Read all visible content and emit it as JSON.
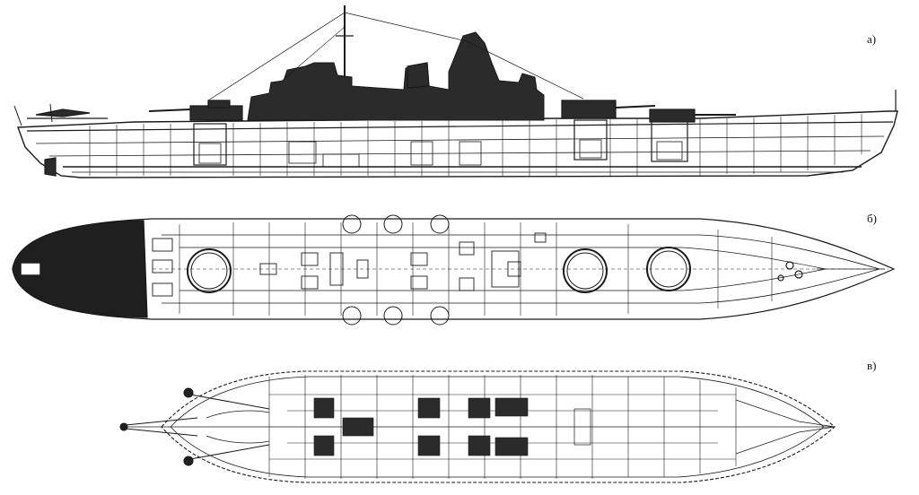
{
  "labels": {
    "a": "а)",
    "b": "б)",
    "c": "в)"
  },
  "colors": {
    "ink": "#1a1a1a",
    "dark": "#2b2b2b",
    "paper": "#ffffff"
  }
}
